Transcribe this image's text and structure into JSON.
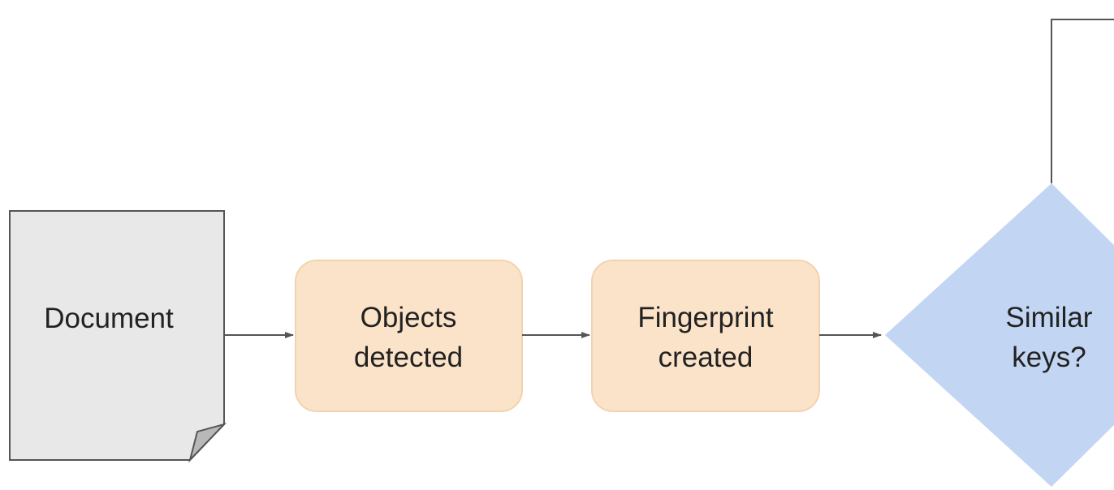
{
  "nodes": {
    "document": {
      "label": "Document",
      "shape": "document"
    },
    "objects_detected": {
      "line1": "Objects",
      "line2": "detected",
      "shape": "rounded-rectangle"
    },
    "fingerprint_created": {
      "line1": "Fingerprint",
      "line2": "created",
      "shape": "rounded-rectangle"
    },
    "similar_keys": {
      "line1": "Similar",
      "line2": "keys?",
      "shape": "diamond"
    }
  },
  "edges": [
    {
      "from": "document",
      "to": "objects_detected"
    },
    {
      "from": "objects_detected",
      "to": "fingerprint_created"
    },
    {
      "from": "fingerprint_created",
      "to": "similar_keys"
    },
    {
      "from": "similar_keys",
      "to": "offscreen-top-right"
    }
  ],
  "colors": {
    "document_fill": "#e8e8e8",
    "document_stroke": "#555555",
    "process_fill": "#fbe3c9",
    "process_stroke": "#f2d3b0",
    "decision_fill": "#c2d5f2",
    "connector": "#555555",
    "text": "#222222"
  }
}
